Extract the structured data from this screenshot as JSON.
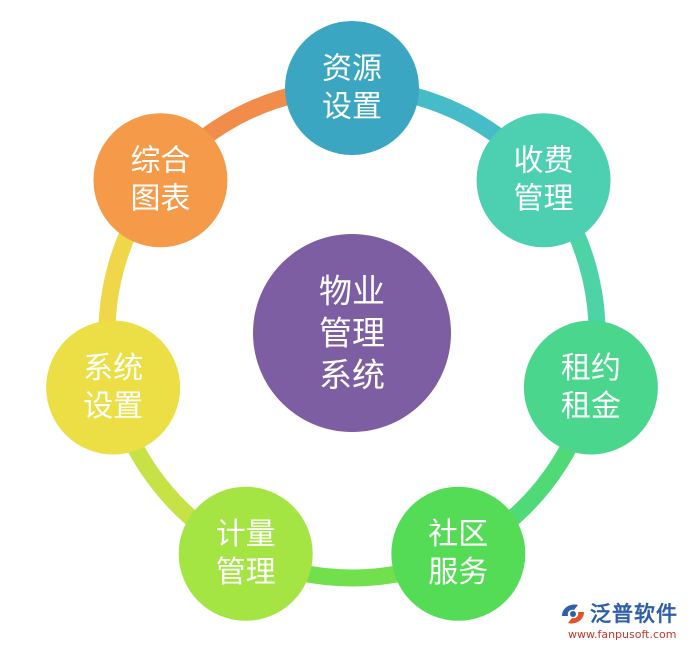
{
  "center": {
    "lines": [
      "物业",
      "管理",
      "系统"
    ],
    "color": "#7e5ea3"
  },
  "nodes": [
    {
      "id": "resource-settings",
      "lines": [
        "资源",
        "设置"
      ],
      "color": "#3aa6c2"
    },
    {
      "id": "billing-management",
      "lines": [
        "收费",
        "管理"
      ],
      "color": "#4dcfb1"
    },
    {
      "id": "lease-rent",
      "lines": [
        "租约",
        "租金"
      ],
      "color": "#4bd68d"
    },
    {
      "id": "community-services",
      "lines": [
        "社区",
        "服务"
      ],
      "color": "#55dc57"
    },
    {
      "id": "metering-management",
      "lines": [
        "计量",
        "管理"
      ],
      "color": "#a4e443"
    },
    {
      "id": "system-settings",
      "lines": [
        "系统",
        "设置"
      ],
      "color": "#ecde45"
    },
    {
      "id": "reports",
      "lines": [
        "综合",
        "图表"
      ],
      "color": "#f49a48"
    }
  ],
  "ring_segments": [
    {
      "from": "resource-settings",
      "to": "billing-management",
      "color": "#45bcc8"
    },
    {
      "from": "billing-management",
      "to": "lease-rent",
      "color": "#4dd3a6"
    },
    {
      "from": "lease-rent",
      "to": "community-services",
      "color": "#4fd977"
    },
    {
      "from": "community-services",
      "to": "metering-management",
      "color": "#72df4c"
    },
    {
      "from": "metering-management",
      "to": "system-settings",
      "color": "#c7e246"
    },
    {
      "from": "system-settings",
      "to": "reports",
      "color": "#f0d74a"
    },
    {
      "from": "reports",
      "to": "resource-settings",
      "color": "#f28c4a"
    }
  ],
  "watermark": {
    "name": "泛普软件",
    "url": "www.fanpusoft.com"
  }
}
